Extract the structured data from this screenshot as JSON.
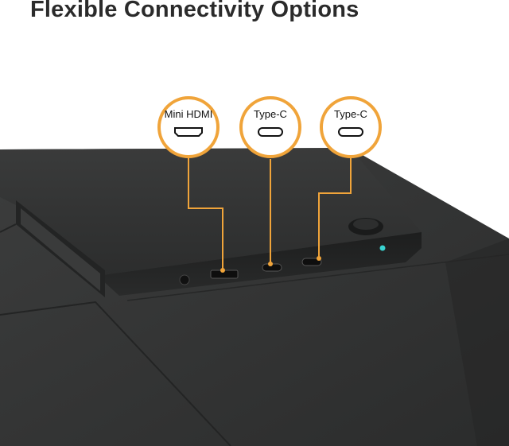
{
  "heading": "Flexible Connectivity Options",
  "callouts": [
    {
      "label": "Mini HDMI",
      "icon": "mini-hdmi-port-icon"
    },
    {
      "label": "Type-C",
      "icon": "usb-c-port-icon"
    },
    {
      "label": "Type-C",
      "icon": "usb-c-port-icon"
    }
  ],
  "colors": {
    "accent": "#f0a43a",
    "device": "#2f3030",
    "device_dark": "#1f2020",
    "power_led": "#39d3d0"
  }
}
